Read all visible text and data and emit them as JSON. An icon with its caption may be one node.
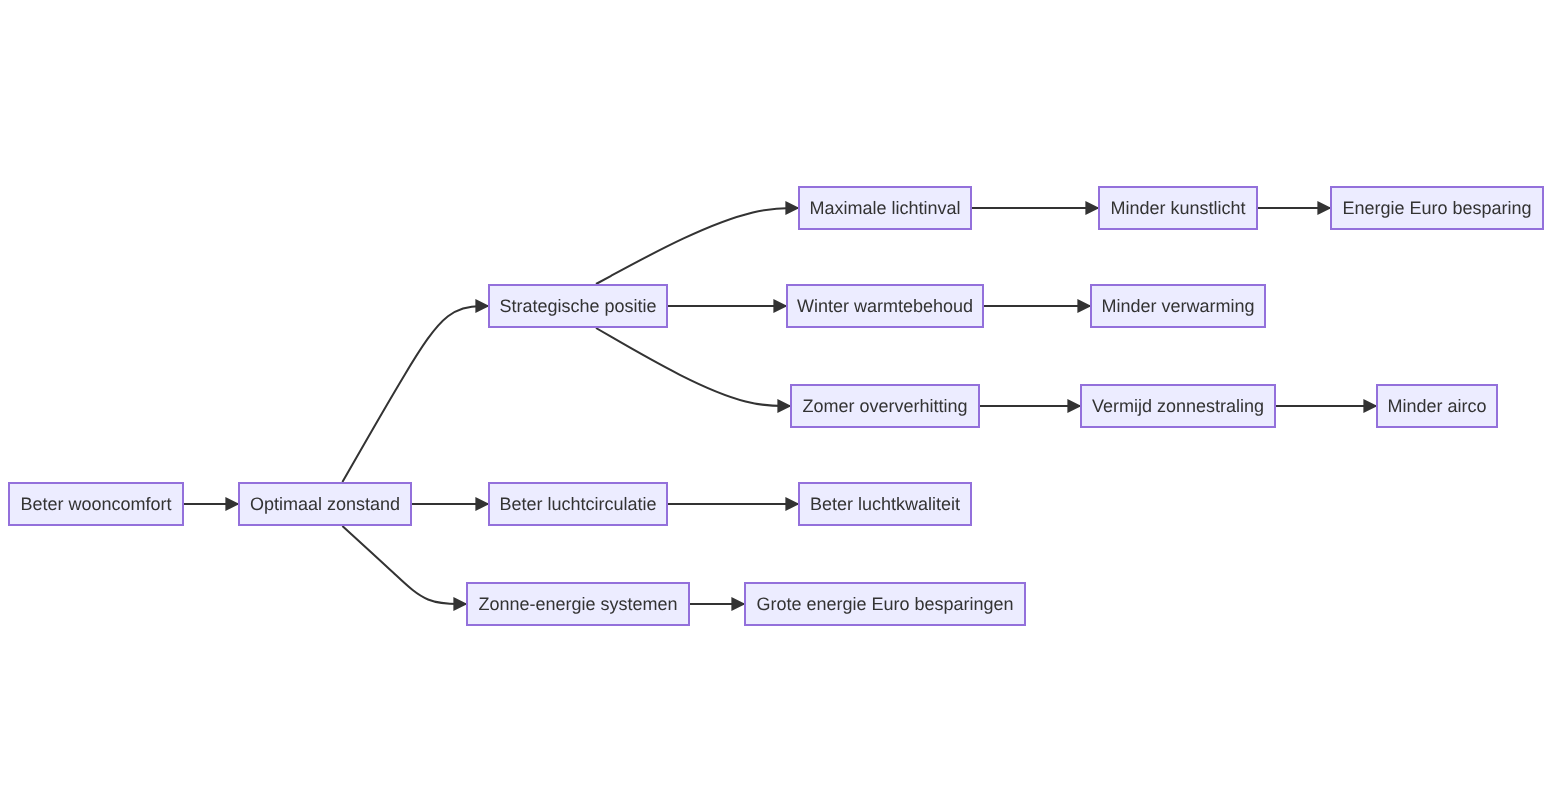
{
  "diagram": {
    "nodes": [
      {
        "text": [
          "Beter wooncomfort"
        ]
      },
      {
        "text": [
          "Optimaal zonstand"
        ]
      },
      {
        "text": [
          "Strategische positie"
        ]
      },
      {
        "text": [
          "Beter luchtcirculatie"
        ]
      },
      {
        "text": [
          "Zonne-energie systemen"
        ]
      },
      {
        "text": [
          "Maximale lichtinval"
        ]
      },
      {
        "text": [
          "Winter warmtebehoud"
        ]
      },
      {
        "text": [
          "Zomer oververhitting"
        ]
      },
      {
        "text": [
          "Beter luchtkwaliteit"
        ]
      },
      {
        "text": [
          "Grote energie Euro besparingen"
        ]
      },
      {
        "text": [
          "Minder kunstlicht"
        ]
      },
      {
        "text": [
          "Minder verwarming"
        ]
      },
      {
        "text": [
          "Vermijd zonnestraling"
        ]
      },
      {
        "text": [
          "Energie Euro besparing"
        ]
      },
      {
        "text": [
          "Minder airco"
        ]
      }
    ],
    "edges": [
      {
        "from": 0,
        "to": 1,
        "arrow": "to"
      },
      {
        "from": 1,
        "to": 2,
        "arrow": "to"
      },
      {
        "from": 1,
        "to": 3,
        "arrow": "to"
      },
      {
        "from": 1,
        "to": 4,
        "arrow": "to"
      },
      {
        "from": 2,
        "to": 5,
        "arrow": "to"
      },
      {
        "from": 2,
        "to": 6,
        "arrow": "to"
      },
      {
        "from": 2,
        "to": 7,
        "arrow": "to"
      },
      {
        "from": 3,
        "to": 8,
        "arrow": "to"
      },
      {
        "from": 4,
        "to": 9,
        "arrow": "to"
      },
      {
        "from": 5,
        "to": 10,
        "arrow": "to"
      },
      {
        "from": 6,
        "to": 11,
        "arrow": "to"
      },
      {
        "from": 7,
        "to": 12,
        "arrow": "to"
      },
      {
        "from": 10,
        "to": 13,
        "arrow": "to"
      },
      {
        "from": 12,
        "to": 14,
        "arrow": "to"
      }
    ]
  }
}
